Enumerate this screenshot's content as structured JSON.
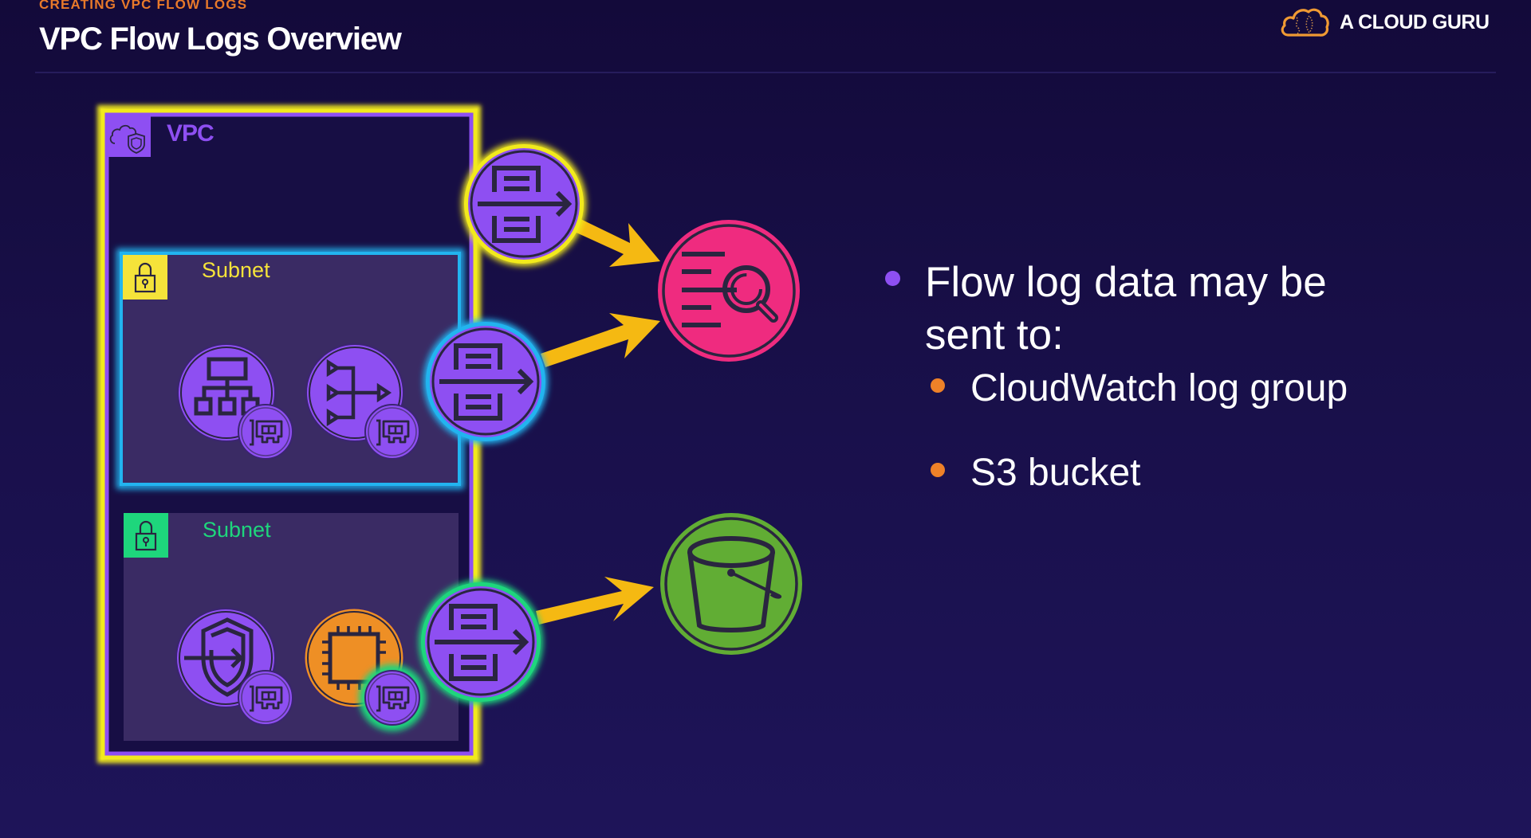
{
  "header": {
    "kicker": "CREATING VPC FLOW LOGS",
    "title": "VPC Flow Logs Overview"
  },
  "brand": {
    "name": "A CLOUD GURU",
    "icon": "cloud-logo-icon",
    "color": "#f09a33"
  },
  "diagram": {
    "vpc": {
      "label": "VPC",
      "icon": "vpc-cloud-shield-icon",
      "color": "#8e4ff2",
      "glow": "#f2ea1c"
    },
    "subnets": [
      {
        "label": "Subnet",
        "icon": "lock-icon",
        "color": "#f5e33a",
        "border": "#22b4ef",
        "resources": [
          {
            "name": "load-balancer",
            "icon": "load-balancer-icon",
            "badge": "network-interface-icon"
          },
          {
            "name": "nat-gateway",
            "icon": "nat-gateway-icon",
            "badge": "network-interface-icon"
          }
        ],
        "flow_log": "flow-log-icon"
      },
      {
        "label": "Subnet",
        "icon": "lock-icon",
        "color": "#1ed67c",
        "border": "none",
        "resources": [
          {
            "name": "vpc-endpoint",
            "icon": "endpoint-shield-icon",
            "badge": "network-interface-icon"
          },
          {
            "name": "ec2-instance",
            "icon": "ec2-chip-icon",
            "badge": "network-interface-icon"
          }
        ],
        "flow_log": "flow-log-icon"
      }
    ],
    "destinations": [
      {
        "name": "cloudwatch-logs",
        "icon": "cloudwatch-log-search-icon",
        "color": "#ef2b7f"
      },
      {
        "name": "s3-bucket",
        "icon": "s3-bucket-icon",
        "color": "#61ad34"
      }
    ],
    "arrow_color": "#f5b912"
  },
  "bullets": {
    "main": "Flow log data may be sent to:",
    "items": [
      "CloudWatch log group",
      "S3 bucket"
    ]
  }
}
